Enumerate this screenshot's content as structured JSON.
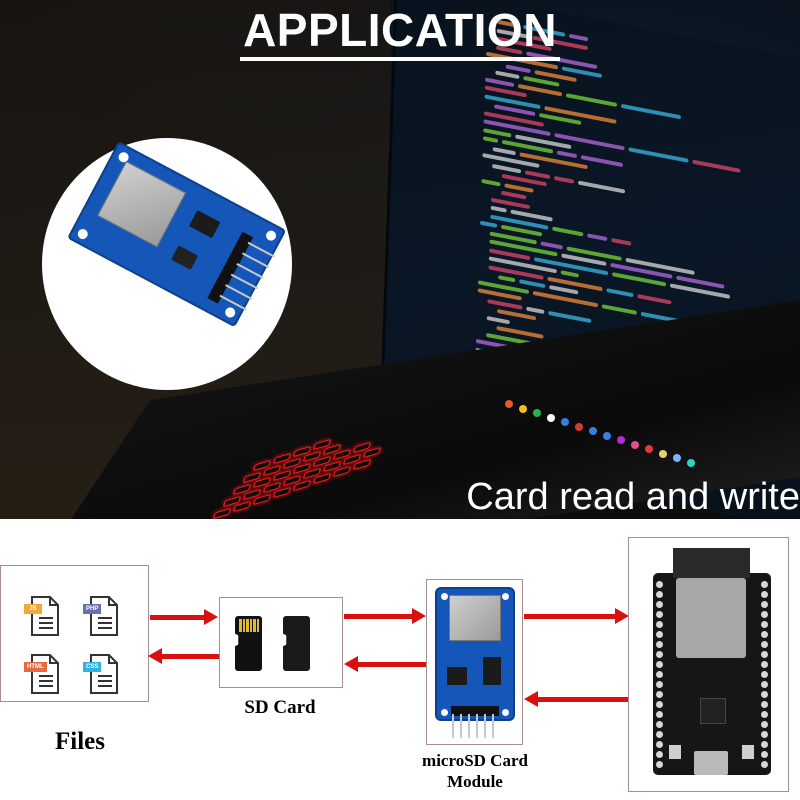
{
  "banner": {
    "title": "APPLICATION",
    "subtitle": "Card read and write",
    "module_photo": "microsd-card-module-photo"
  },
  "diagram": {
    "nodes": [
      {
        "id": "files",
        "caption": "Files",
        "file_icons": [
          {
            "tag": "JS",
            "color": "#f0a83a"
          },
          {
            "tag": "PHP",
            "color": "#6a6fae"
          },
          {
            "tag": "HTML",
            "color": "#e56a3c"
          },
          {
            "tag": "CSS",
            "color": "#30b4de"
          }
        ]
      },
      {
        "id": "sd-card",
        "caption": "SD Card"
      },
      {
        "id": "microsd-module",
        "caption_line1": "microSD Card",
        "caption_line2": "Module"
      },
      {
        "id": "esp32-board",
        "caption": ""
      }
    ],
    "arrow_color": "#d81010",
    "connections": [
      {
        "from": "files",
        "to": "sd-card",
        "direction": "right"
      },
      {
        "from": "sd-card",
        "to": "files",
        "direction": "left"
      },
      {
        "from": "sd-card",
        "to": "microsd-module",
        "direction": "right"
      },
      {
        "from": "microsd-module",
        "to": "sd-card",
        "direction": "left"
      },
      {
        "from": "microsd-module",
        "to": "esp32-board",
        "direction": "right"
      },
      {
        "from": "esp32-board",
        "to": "microsd-module",
        "direction": "left"
      }
    ]
  }
}
